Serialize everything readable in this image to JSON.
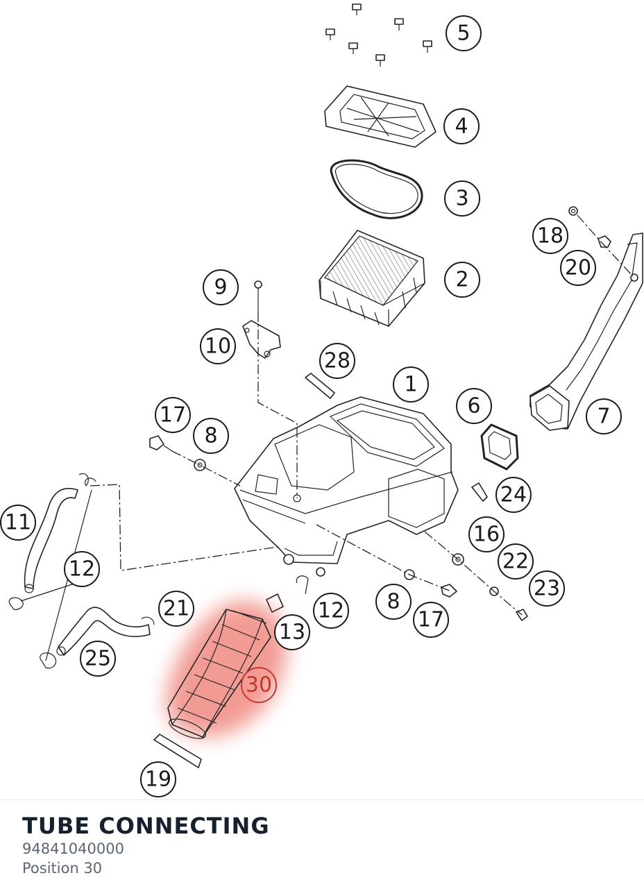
{
  "selected_part": {
    "name": "TUBE CONNECTING",
    "number": "94841040000",
    "position": "Position 30"
  },
  "highlight_color": "#e8483c",
  "callouts": [
    {
      "id": "c1",
      "label": "1"
    },
    {
      "id": "c2",
      "label": "2"
    },
    {
      "id": "c3",
      "label": "3"
    },
    {
      "id": "c4",
      "label": "4"
    },
    {
      "id": "c5",
      "label": "5"
    },
    {
      "id": "c6",
      "label": "6"
    },
    {
      "id": "c7",
      "label": "7"
    },
    {
      "id": "c8a",
      "label": "8"
    },
    {
      "id": "c8b",
      "label": "8"
    },
    {
      "id": "c9",
      "label": "9"
    },
    {
      "id": "c10",
      "label": "10"
    },
    {
      "id": "c11",
      "label": "11"
    },
    {
      "id": "c12a",
      "label": "12"
    },
    {
      "id": "c12b",
      "label": "12"
    },
    {
      "id": "c13",
      "label": "13"
    },
    {
      "id": "c16",
      "label": "16"
    },
    {
      "id": "c17a",
      "label": "17"
    },
    {
      "id": "c17b",
      "label": "17"
    },
    {
      "id": "c18",
      "label": "18"
    },
    {
      "id": "c19",
      "label": "19"
    },
    {
      "id": "c20",
      "label": "20"
    },
    {
      "id": "c21",
      "label": "21"
    },
    {
      "id": "c22",
      "label": "22"
    },
    {
      "id": "c23",
      "label": "23"
    },
    {
      "id": "c24",
      "label": "24"
    },
    {
      "id": "c25",
      "label": "25"
    },
    {
      "id": "c28",
      "label": "28"
    },
    {
      "id": "c30",
      "label": "30"
    }
  ]
}
